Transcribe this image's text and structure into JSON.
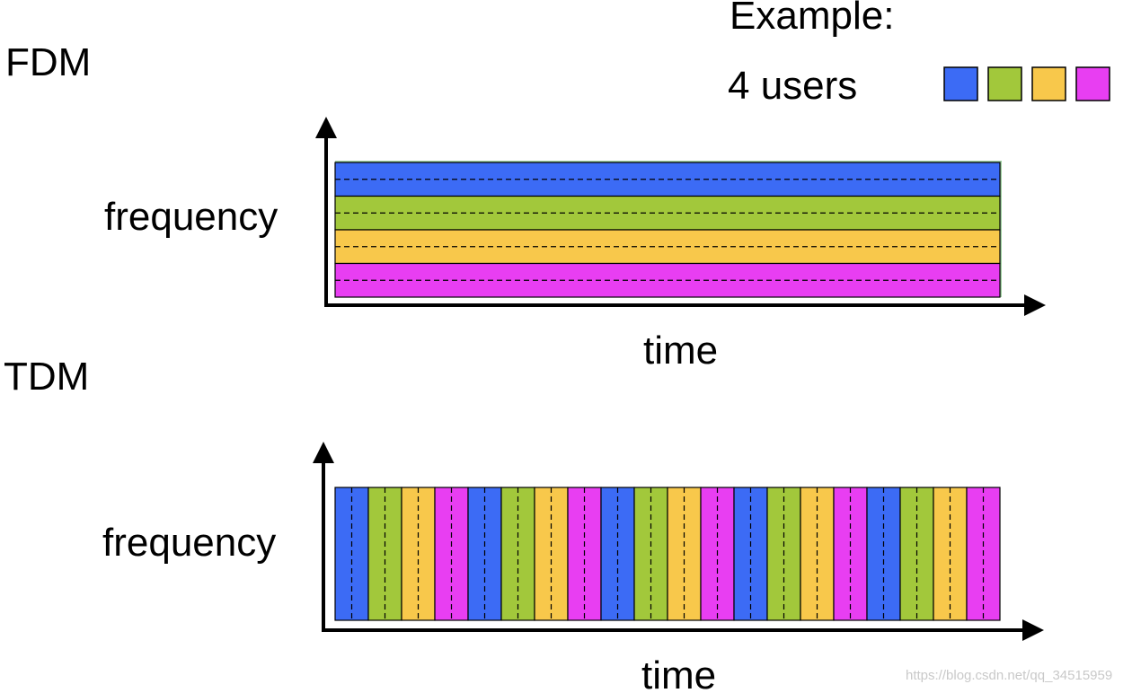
{
  "fdm": {
    "title": "FDM",
    "ylabel": "frequency",
    "xlabel": "time"
  },
  "tdm": {
    "title": "TDM",
    "ylabel": "frequency",
    "xlabel": "time",
    "slot_count": 20
  },
  "legend": {
    "title": "Example:",
    "subtitle": "4 users",
    "users": [
      {
        "color": "#3c6bf5"
      },
      {
        "color": "#a2c83b"
      },
      {
        "color": "#f8c84b"
      },
      {
        "color": "#e83ef2"
      }
    ]
  },
  "watermark": "https://blog.csdn.net/qq_34515959"
}
